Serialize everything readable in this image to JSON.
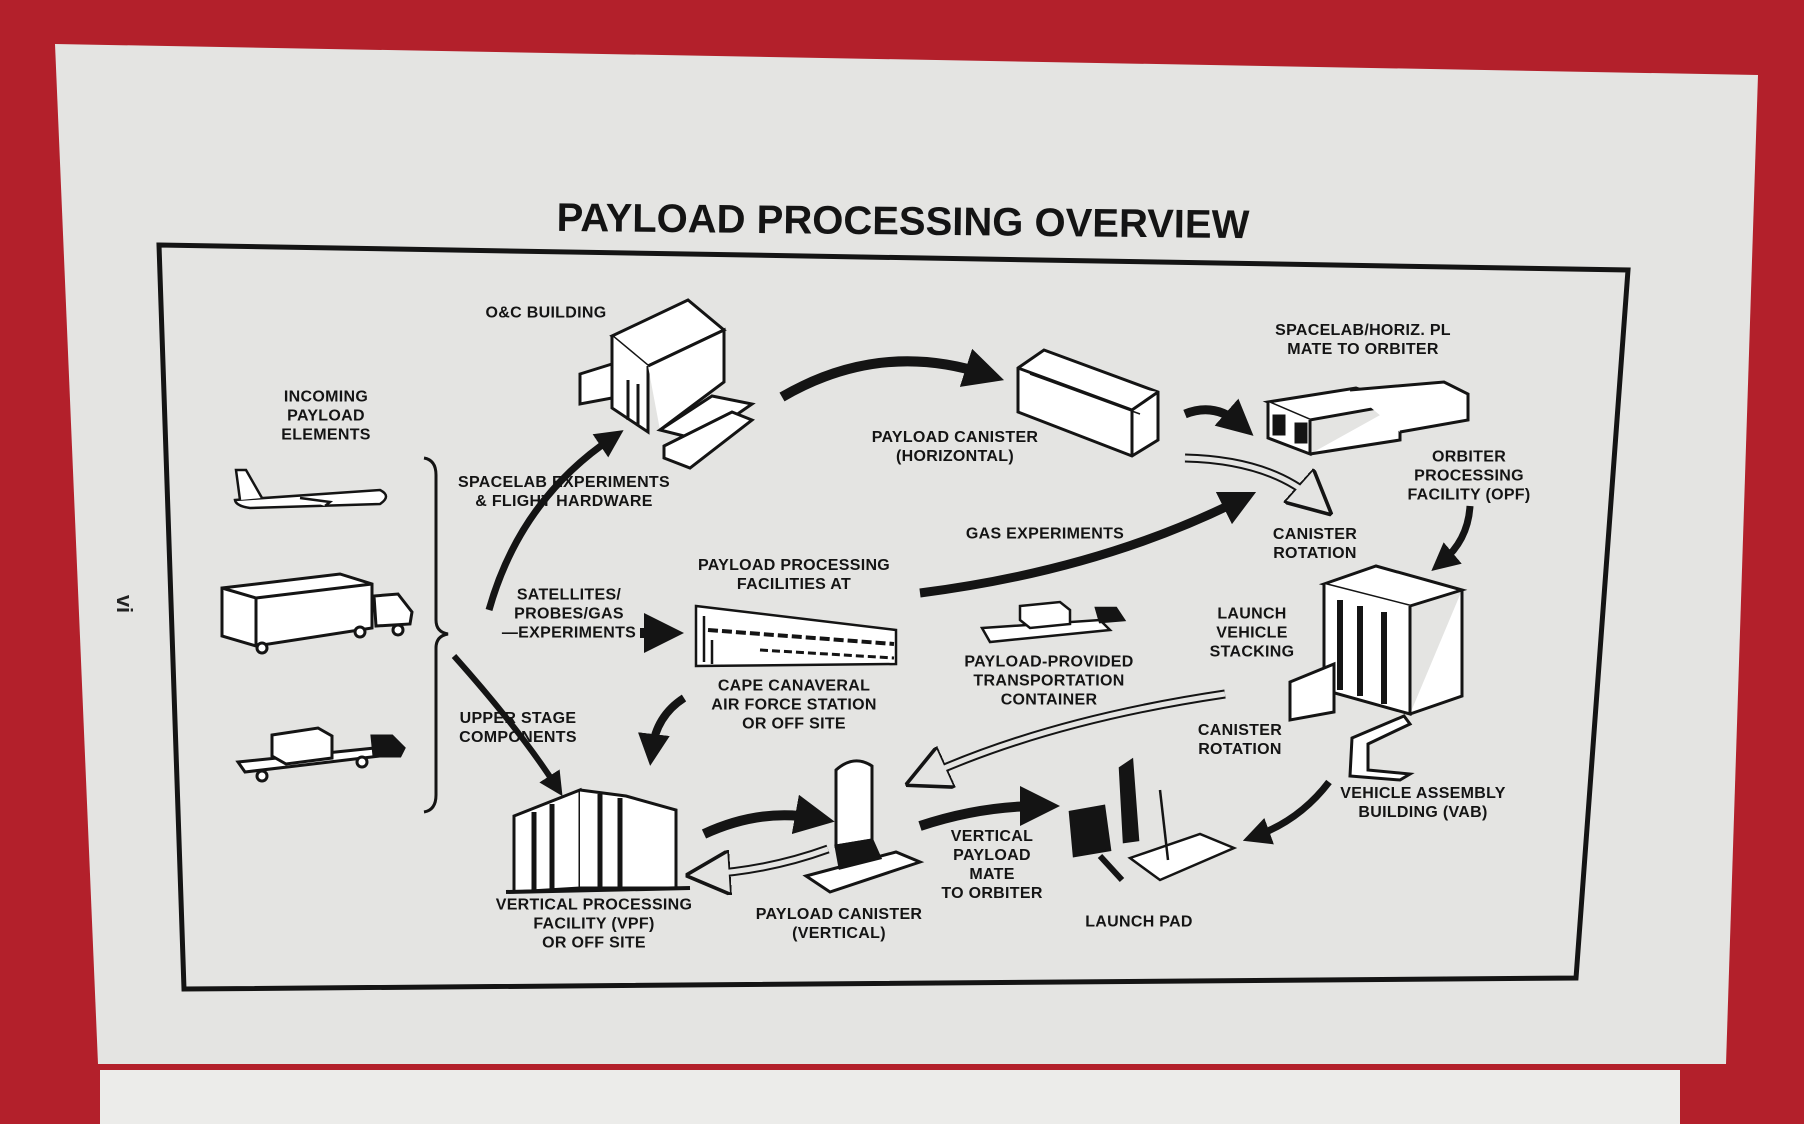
{
  "page_number": "vi",
  "title": "PAYLOAD PROCESSING OVERVIEW",
  "labels": {
    "oc_building": "O&C BUILDING",
    "incoming": "INCOMING\nPAYLOAD\nELEMENTS",
    "spacelab_experiments": "SPACELAB EXPERIMENTS\n& FLIGHT HARDWARE",
    "canister_horizontal": "PAYLOAD CANISTER\n(HORIZONTAL)",
    "spacelab_mate": "SPACELAB/HORIZ. PL\nMATE TO ORBITER",
    "opf": "ORBITER\nPROCESSING\nFACILITY (OPF)",
    "gas_experiments": "GAS EXPERIMENTS",
    "canister_rotation_1": "CANISTER\nROTATION",
    "ppf": "PAYLOAD PROCESSING\nFACILITIES AT",
    "satellites": "SATELLITES/\nPROBES/GAS\n—EXPERIMENTS",
    "launch_vehicle_stacking": "LAUNCH\nVEHICLE\nSTACKING",
    "transport_container": "PAYLOAD-PROVIDED\nTRANSPORTATION\nCONTAINER",
    "cape_canaveral": "CAPE CANAVERAL\nAIR FORCE STATION\nOR OFF SITE",
    "upper_stage": "UPPER STAGE\nCOMPONENTS",
    "canister_rotation_2": "CANISTER\nROTATION",
    "vab": "VEHICLE ASSEMBLY\nBUILDING (VAB)",
    "vertical_mate": "VERTICAL\nPAYLOAD\nMATE\nTO ORBITER",
    "vpf": "VERTICAL PROCESSING\nFACILITY (VPF)\nOR OFF SITE",
    "canister_vertical": "PAYLOAD CANISTER\n(VERTICAL)",
    "launch_pad": "LAUNCH PAD"
  },
  "colors": {
    "background": "#b3202b",
    "paper": "#e4e4e2",
    "ink": "#141414"
  }
}
